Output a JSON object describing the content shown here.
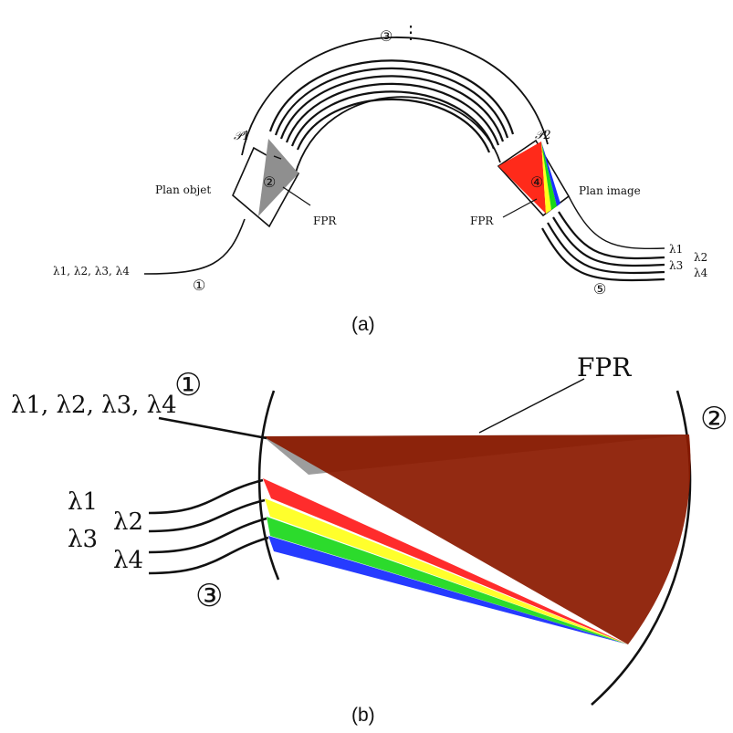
{
  "panel_a": {
    "caption": "(a)",
    "input_label": "λ1, λ2, λ3, λ4",
    "plane_labels": {
      "p1": "𝒫1",
      "p2": "𝒫2"
    },
    "object_plane": "Plan objet",
    "image_plane": "Plan image",
    "fpr_left": "FPR",
    "fpr_right": "FPR",
    "markers": [
      "①",
      "②",
      "③",
      "④",
      "⑤"
    ],
    "ellipsis": "⋮",
    "output_labels": [
      "λ1",
      "λ2",
      "λ3",
      "λ4"
    ]
  },
  "panel_b": {
    "caption": "(b)",
    "input_label": "λ1, λ2, λ3, λ4",
    "fpr": "FPR",
    "markers": [
      "①",
      "②",
      "③"
    ],
    "output_labels": [
      "λ1",
      "λ2",
      "λ3",
      "λ4"
    ]
  },
  "colors": {
    "fpr_gray": "#8f8f8f",
    "red": "#ff1a1a",
    "yellow": "#ffff1a",
    "green": "#1ad81a",
    "blue": "#1a30ff",
    "dark_red": "#8b1a00"
  }
}
